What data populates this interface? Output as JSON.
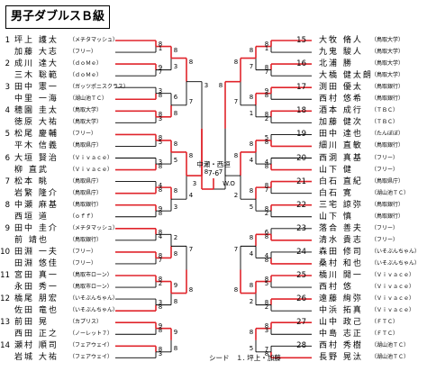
{
  "title": "男子ダブルスＢ級",
  "left_players": [
    {
      "seed": "1",
      "name": "坪上 護太",
      "team": "（メチタマッシュ）"
    },
    {
      "seed": "",
      "name": "加藤 大志",
      "team": "（フリー）"
    },
    {
      "seed": "2",
      "name": "成川 達大",
      "team": "（ｄｏＭｅ）"
    },
    {
      "seed": "",
      "name": "三木 聡範",
      "team": "（ｄｏＭｅ）"
    },
    {
      "seed": "3",
      "name": "田中 憲一",
      "team": "（ガッツポニスクラス）"
    },
    {
      "seed": "",
      "name": "中里 一海",
      "team": "（湖山池ＴＣ）"
    },
    {
      "seed": "4",
      "name": "穂園 圭太",
      "team": "（鳥取大学）"
    },
    {
      "seed": "",
      "name": "徳原 大祐",
      "team": "（鳥取大学）"
    },
    {
      "seed": "5",
      "name": "松尾 慶輔",
      "team": "（フリー）"
    },
    {
      "seed": "",
      "name": "平木 信義",
      "team": "（鳥取県庁）"
    },
    {
      "seed": "6",
      "name": "大垣 賢治",
      "team": "（Ｖｉｖａｃｅ）"
    },
    {
      "seed": "",
      "name": "柳 直武",
      "team": "（Ｖｉｖａｃｅ）"
    },
    {
      "seed": "7",
      "name": "松本 眺",
      "team": "（鳥取県庁）"
    },
    {
      "seed": "",
      "name": "岩繁 隆介",
      "team": "（鳥取県庁）"
    },
    {
      "seed": "8",
      "name": "中瀬 麻基",
      "team": "（鳥取銀行）"
    },
    {
      "seed": "",
      "name": "西垣 道",
      "team": "（ｏｆｆ）"
    },
    {
      "seed": "9",
      "name": "田中 圭介",
      "team": "（メチタマッシュ）"
    },
    {
      "seed": "",
      "name": "前 靖也",
      "team": "（鳥取銀行）"
    },
    {
      "seed": "10",
      "name": "田淵 一夫",
      "team": "（フリー）"
    },
    {
      "seed": "",
      "name": "田淵 悠佳",
      "team": "（フリー）"
    },
    {
      "seed": "11",
      "name": "宮田 真一",
      "team": "（鳥取市ローン）"
    },
    {
      "seed": "",
      "name": "永田 秀一",
      "team": "（鳥取市ローン）"
    },
    {
      "seed": "12",
      "name": "橋尾 朋宏",
      "team": "（いそぶんちゃん）"
    },
    {
      "seed": "",
      "name": "佐田 竜也",
      "team": "（いそぶんちゃん）"
    },
    {
      "seed": "13",
      "name": "前田 晃",
      "team": "（カプリス）"
    },
    {
      "seed": "",
      "name": "西田 正之",
      "team": "（ノーレット７）"
    },
    {
      "seed": "14",
      "name": "瀬村 順司",
      "team": "（フェアウェイ）"
    },
    {
      "seed": "",
      "name": "岩城 大祐",
      "team": "（フェアウェイ）"
    }
  ],
  "right_players": [
    {
      "seed": "15",
      "name": "大牧 脩人",
      "team": "（鳥取大学）"
    },
    {
      "seed": "",
      "name": "九鬼 駿人",
      "team": "（鳥取大学）"
    },
    {
      "seed": "16",
      "name": "北浦 勝",
      "team": "（鳥取大学）"
    },
    {
      "seed": "",
      "name": "大橋 健太朗",
      "team": "（鳥取大学）"
    },
    {
      "seed": "17",
      "name": "渕田 優太",
      "team": "（鳥取銀行）"
    },
    {
      "seed": "",
      "name": "西村 悠希",
      "team": "（鳥取銀行）"
    },
    {
      "seed": "18",
      "name": "酒本 成行",
      "team": "（ＴＢＣ）"
    },
    {
      "seed": "",
      "name": "加藤 健次",
      "team": "（ＴＢＣ）"
    },
    {
      "seed": "19",
      "name": "田中 達也",
      "team": "（たんぼぼ）"
    },
    {
      "seed": "",
      "name": "細川 直敏",
      "team": "（鳥取銀行）"
    },
    {
      "seed": "20",
      "name": "西洞 真基",
      "team": "（フリー）"
    },
    {
      "seed": "",
      "name": "山下 健",
      "team": "（フリー）"
    },
    {
      "seed": "21",
      "name": "白石 直紀",
      "team": "（鳥取県庁）"
    },
    {
      "seed": "",
      "name": "白石 寛",
      "team": "（湖山池ＴＣ）"
    },
    {
      "seed": "22",
      "name": "三宅 諒弥",
      "team": "（鳥取銀行）"
    },
    {
      "seed": "",
      "name": "山下 慎",
      "team": "（鳥取銀行）"
    },
    {
      "seed": "23",
      "name": "落合 善夫",
      "team": "（フリー）"
    },
    {
      "seed": "",
      "name": "清水 貴志",
      "team": "（フリー）"
    },
    {
      "seed": "24",
      "name": "森田 修司",
      "team": "（いそぶんちゃん）"
    },
    {
      "seed": "",
      "name": "桑村 和也",
      "team": "（いそぶんちゃん）"
    },
    {
      "seed": "25",
      "name": "橋川 開一",
      "team": "（Ｖｉｖａｃｅ）"
    },
    {
      "seed": "",
      "name": "西村 悠",
      "team": "（Ｖｉｖａｃｅ）"
    },
    {
      "seed": "26",
      "name": "遠藤 絢弥",
      "team": "（Ｖｉｖａｃｅ）"
    },
    {
      "seed": "",
      "name": "中浜 拓真",
      "team": "（Ｖｉｖａｃｅ）"
    },
    {
      "seed": "27",
      "name": "山中 政己",
      "team": "（ＦＴＣ）"
    },
    {
      "seed": "",
      "name": "中島 志正",
      "team": "（ＦＴＣ）"
    },
    {
      "seed": "28",
      "name": "西村 秀樹",
      "team": "（湖山池ＴＣ）"
    },
    {
      "seed": "",
      "name": "長野 晃汰",
      "team": "（湖山池ＴＣ）"
    }
  ],
  "left_scores": {
    "r1": [
      [
        "8",
        "1"
      ],
      [
        "9",
        "7"
      ],
      [
        "3",
        "8"
      ],
      [
        "8",
        "3"
      ],
      [
        "8",
        "5"
      ],
      [
        "3",
        "8"
      ],
      [
        "4",
        "8"
      ],
      [
        "9",
        "8"
      ],
      [
        "8",
        "4"
      ],
      [
        "8",
        "7"
      ],
      [
        "8",
        "2"
      ],
      [
        "3",
        "8"
      ],
      [
        "9",
        "8"
      ],
      [
        "8",
        "3"
      ]
    ],
    "r2": [
      [
        "8",
        "3"
      ],
      [
        "6",
        "8"
      ],
      [
        "8",
        "5"
      ],
      [
        "8",
        "3"
      ],
      [
        "2",
        "8"
      ],
      [
        "9",
        "8"
      ],
      [
        "9",
        "8"
      ]
    ],
    "r3": [
      [
        "8",
        "7"
      ],
      [
        "8",
        "4"
      ],
      [
        "7",
        "8"
      ]
    ],
    "r4": [
      [
        "3",
        "8"
      ]
    ],
    "r5": [
      "3"
    ]
  },
  "right_scores": {
    "r1": [
      [
        "8",
        "1"
      ],
      [
        "8",
        "7"
      ],
      [
        "9",
        "8"
      ],
      [
        "8",
        "2"
      ],
      [
        "5",
        "8"
      ],
      [
        "4",
        "8"
      ],
      [
        "8",
        "7"
      ],
      [
        "8",
        "2"
      ],
      [
        "6",
        "8"
      ],
      [
        "4",
        "8"
      ],
      [
        "8",
        "5"
      ],
      [
        "8",
        "2"
      ],
      [
        "8",
        "3"
      ],
      [
        "7",
        "8"
      ]
    ],
    "r2": [
      [
        "8",
        "7"
      ],
      [
        "8",
        "1"
      ],
      [
        "8",
        "4"
      ],
      [
        "8",
        "5"
      ],
      [
        "8",
        "4"
      ],
      [
        "8",
        "2"
      ],
      [
        "8",
        "5"
      ]
    ],
    "r3": [
      [
        "8",
        "7"
      ],
      [
        "8",
        "2"
      ],
      [
        "7",
        "8"
      ]
    ],
    "r4": [
      [
        "8",
        "7"
      ]
    ],
    "r5": [
      "W.O"
    ]
  },
  "final": {
    "pair": "中瀬・西垣",
    "score": "7-6"
  },
  "seed_note": "シード　１. 坪上・加藤",
  "colors": {
    "line": "#000000",
    "winner": "#e0242b",
    "background": "#ffffff"
  }
}
